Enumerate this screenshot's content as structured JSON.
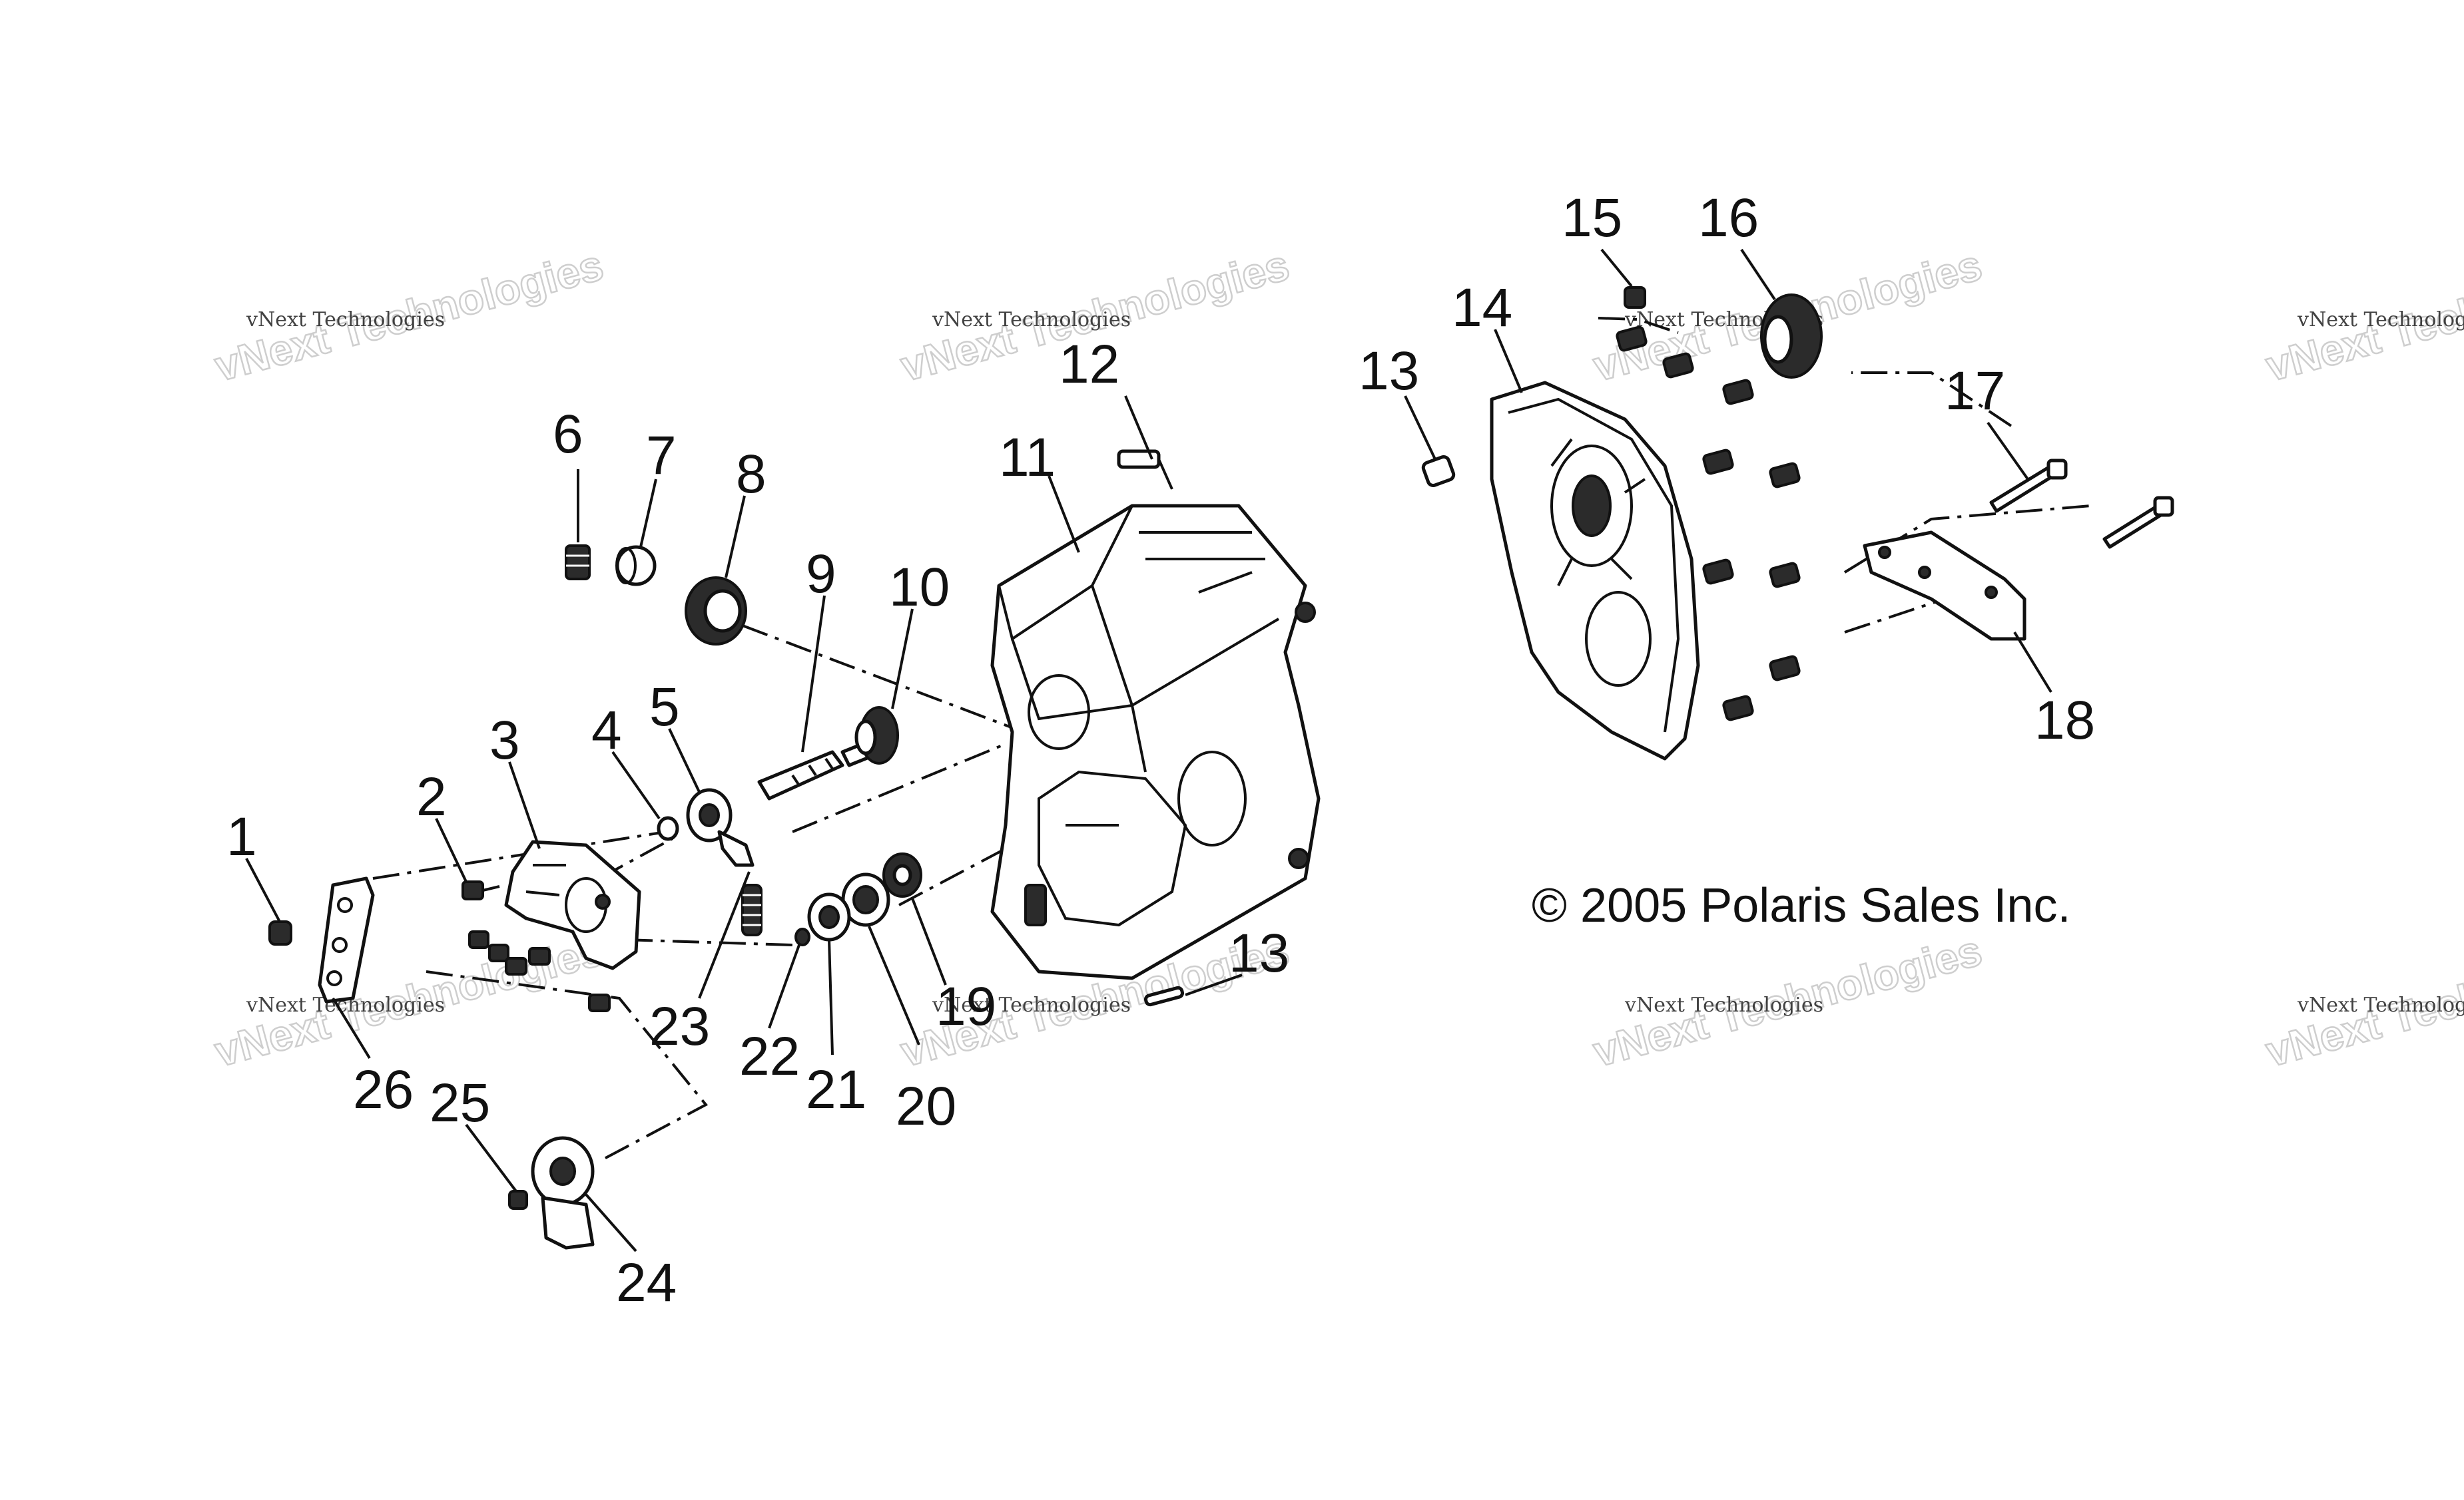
{
  "callouts": {
    "c1": "1",
    "c2": "2",
    "c3": "3",
    "c4": "4",
    "c5": "5",
    "c6": "6",
    "c7": "7",
    "c8": "8",
    "c9": "9",
    "c10": "10",
    "c11": "11",
    "c12": "12",
    "c13a": "13",
    "c13b": "13",
    "c14": "14",
    "c15": "15",
    "c16": "16",
    "c17": "17",
    "c18": "18",
    "c19": "19",
    "c20": "20",
    "c21": "21",
    "c22": "22",
    "c23": "23",
    "c24": "24",
    "c25": "25",
    "c26": "26"
  },
  "copyright": "© 2005 Polaris Sales Inc.",
  "watermark": {
    "small": "vNext Technologies",
    "large": "vNext Technologies"
  }
}
